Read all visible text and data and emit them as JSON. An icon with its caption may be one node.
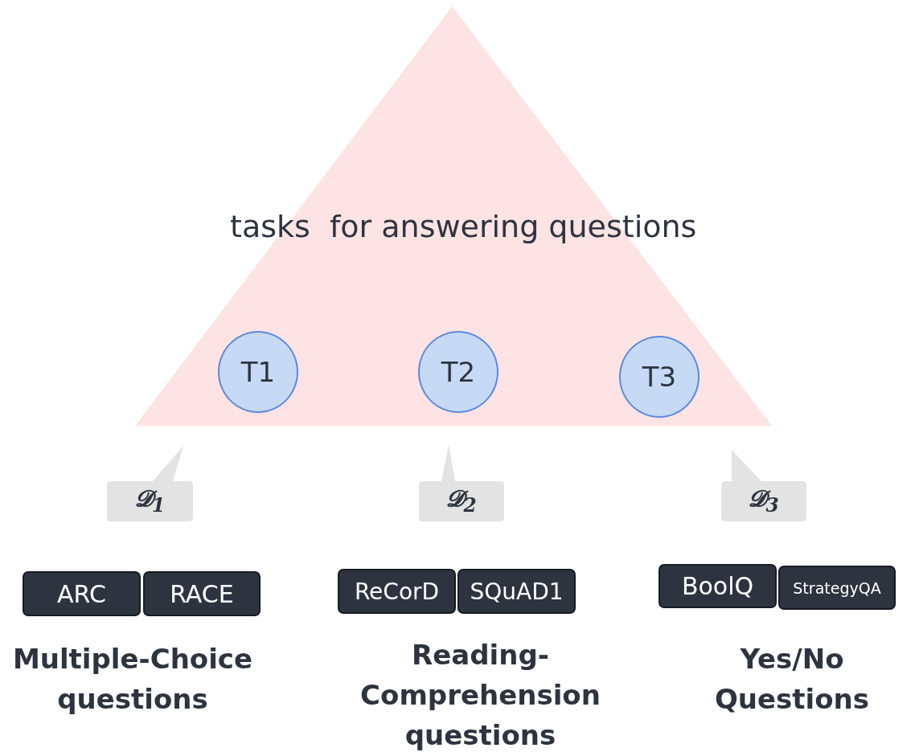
{
  "diagram": {
    "nodes": [
      {
        "text": [
          "tasks  for answering questions"
        ]
      },
      {
        "text": [
          "T1"
        ],
        "in": 0
      },
      {
        "text": [
          "T2"
        ],
        "in": 0
      },
      {
        "text": [
          "T3"
        ],
        "in": 0
      },
      {
        "text": [
          "𝓓$_{1}$"
        ]
      },
      {
        "text": [
          "𝓓$_{2}$"
        ]
      },
      {
        "text": [
          "𝓓$_{3}$"
        ]
      },
      {
        "text": [
          "ARC"
        ]
      },
      {
        "text": [
          "RACE"
        ]
      },
      {
        "text": [
          "ReCorD"
        ]
      },
      {
        "text": [
          "SQuAD1"
        ]
      },
      {
        "text": [
          "BoolQ"
        ]
      },
      {
        "text": [
          "StrategyQA"
        ]
      }
    ],
    "edges": [],
    "labels": [
      "Multiple-Choice questions",
      "Reading-Comprehension questions",
      "Yes/No Questions"
    ]
  }
}
